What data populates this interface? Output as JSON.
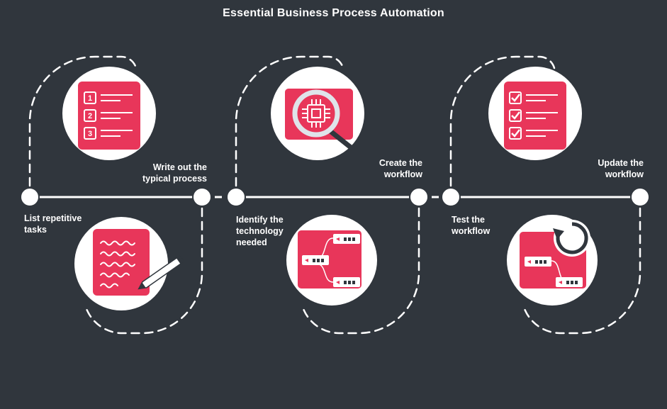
{
  "title": "Essential Business Process Automation",
  "colors": {
    "background": "#30363d",
    "accent": "#e8365a",
    "line": "#ffffff"
  },
  "steps": [
    {
      "line1": "List repetitive",
      "line2": "tasks",
      "icon": "numbered-list-icon"
    },
    {
      "line1": "Write out the",
      "line2": "typical process",
      "icon": "writing-pen-icon"
    },
    {
      "line1": "Identify the",
      "line2": "technology",
      "line3": "needed",
      "icon": "chip-magnifier-icon"
    },
    {
      "line1": "Create the",
      "line2": "workflow",
      "icon": "workflow-nodes-icon"
    },
    {
      "line1": "Test the",
      "line2": "workflow",
      "icon": "checklist-icon"
    },
    {
      "line1": "Update the",
      "line2": "workflow",
      "icon": "refresh-workflow-icon"
    }
  ],
  "list_numbers": [
    "1",
    "2",
    "3"
  ]
}
